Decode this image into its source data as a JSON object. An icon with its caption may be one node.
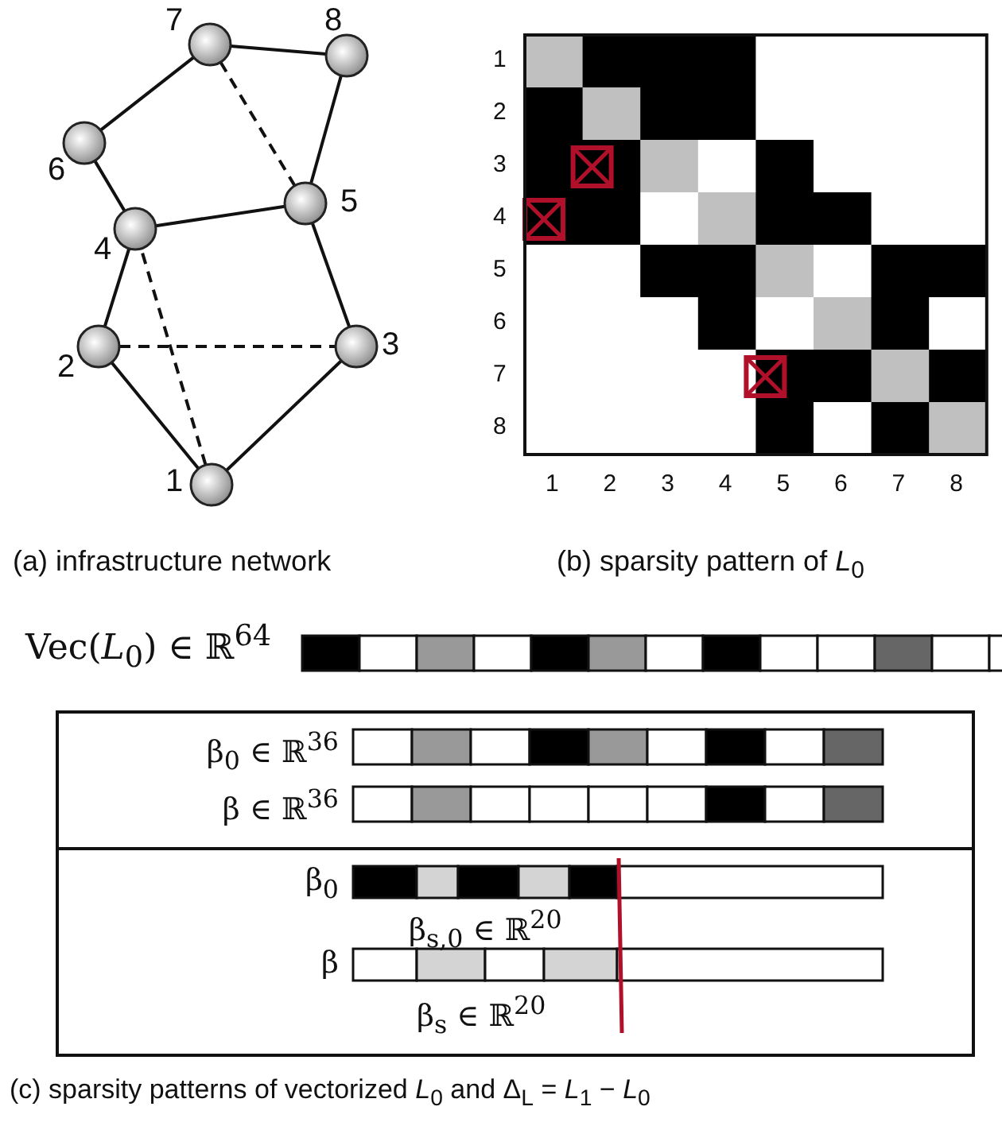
{
  "diagram": {
    "nodes": [
      {
        "text": [],
        "shape": "circle",
        "beside": [
          "1"
        ]
      },
      {
        "text": [],
        "shape": "circle",
        "beside": [
          "2"
        ]
      },
      {
        "text": [],
        "shape": "circle",
        "beside": [
          "3"
        ]
      },
      {
        "text": [],
        "shape": "circle",
        "beside": [
          "4"
        ]
      },
      {
        "text": [],
        "shape": "circle",
        "beside": [
          "5"
        ]
      },
      {
        "text": [],
        "shape": "circle",
        "beside": [
          "6"
        ]
      },
      {
        "text": [],
        "shape": "circle",
        "beside": [
          "7"
        ]
      },
      {
        "text": [],
        "shape": "circle",
        "beside": [
          "8"
        ]
      },
      {
        "text": [
          "β$_{0}$ ∈ ℝ$^{36}$",
          "β ∈ ℝ$^{36}$"
        ]
      },
      {
        "text": [
          "β$_{0}$",
          "β$_{s,0}$ ∈ ℝ$^{20}$",
          "β",
          "β$_{s}$ ∈ ℝ$^{20}$"
        ]
      }
    ],
    "edges": [
      {
        "from": 0,
        "to": 1,
        "arrow": "none"
      },
      {
        "from": 0,
        "to": 2,
        "arrow": "none"
      },
      {
        "from": 0,
        "to": 3,
        "arrow": "none",
        "style": "dashed"
      },
      {
        "from": 1,
        "to": 2,
        "arrow": "none",
        "style": "dashed"
      },
      {
        "from": 1,
        "to": 3,
        "arrow": "none"
      },
      {
        "from": 2,
        "to": 4,
        "arrow": "none"
      },
      {
        "from": 3,
        "to": 4,
        "arrow": "none"
      },
      {
        "from": 3,
        "to": 5,
        "arrow": "none"
      },
      {
        "from": 5,
        "to": 6,
        "arrow": "none"
      },
      {
        "from": 6,
        "to": 7,
        "arrow": "none"
      },
      {
        "from": 6,
        "to": 4,
        "arrow": "none",
        "style": "dashed"
      },
      {
        "from": 7,
        "to": 4,
        "arrow": "none"
      }
    ],
    "labels": [
      "1",
      "2",
      "3",
      "4",
      "5",
      "6",
      "7",
      "8",
      "1",
      "2",
      "3",
      "4",
      "5",
      "6",
      "7",
      "8",
      "(a) infrastructure network",
      "(b) sparsity pattern of *L*$_{0}$",
      "Vec(*L*$_{0}$) ∈ ℝ$^{64}$",
      "(c) sparsity patterns of vectorized *L*$_{0}$ and Δ$_{L}$ = *L*$_{1}$ − *L*$_{0}$"
    ]
  }
}
